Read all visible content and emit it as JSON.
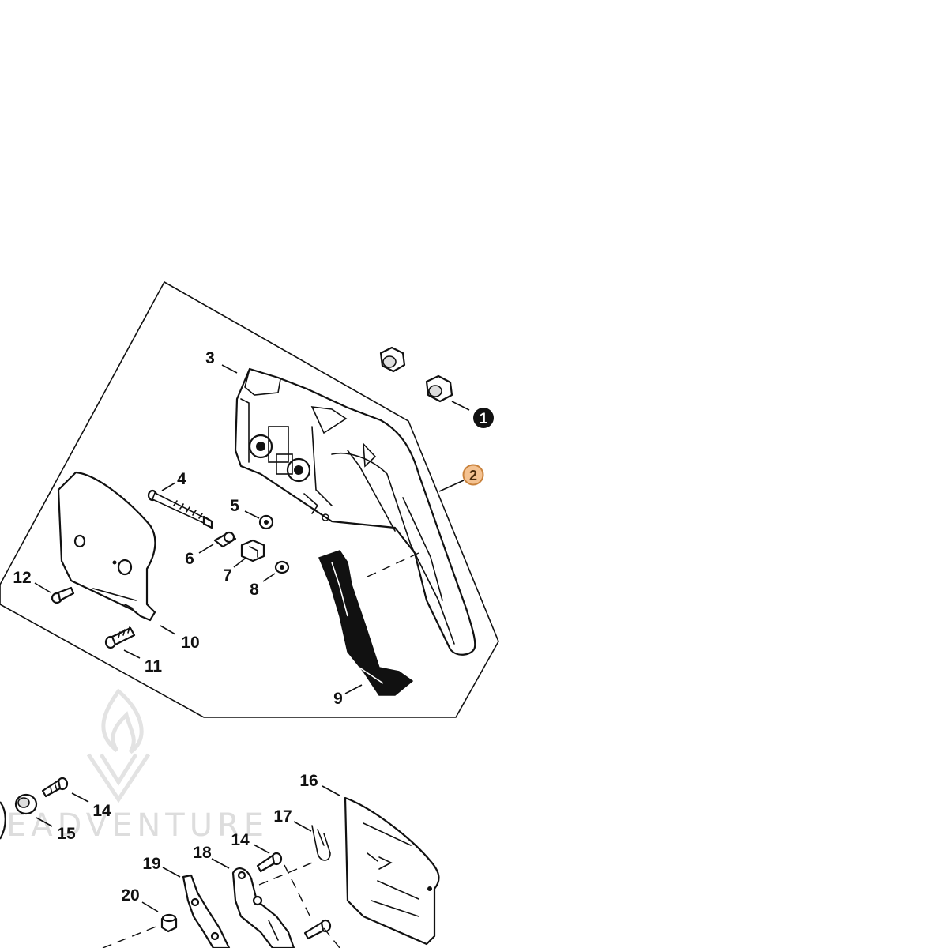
{
  "labels": {
    "p1": "1",
    "p2": "2",
    "p3": "3",
    "p4": "4",
    "p5": "5",
    "p6": "6",
    "p7": "7",
    "p8": "8",
    "p9": "9",
    "p10": "10",
    "p11": "11",
    "p12": "12",
    "p14a": "14",
    "p14b": "14",
    "p15": "15",
    "p16": "16",
    "p17": "17",
    "p18": "18",
    "p19": "19",
    "p20": "20"
  },
  "watermark": "EADVENTURE",
  "colors": {
    "highlight_fill": "#f4c291",
    "highlight_stroke": "#c9823c",
    "line": "#111111",
    "watermark": "#dddddd"
  }
}
